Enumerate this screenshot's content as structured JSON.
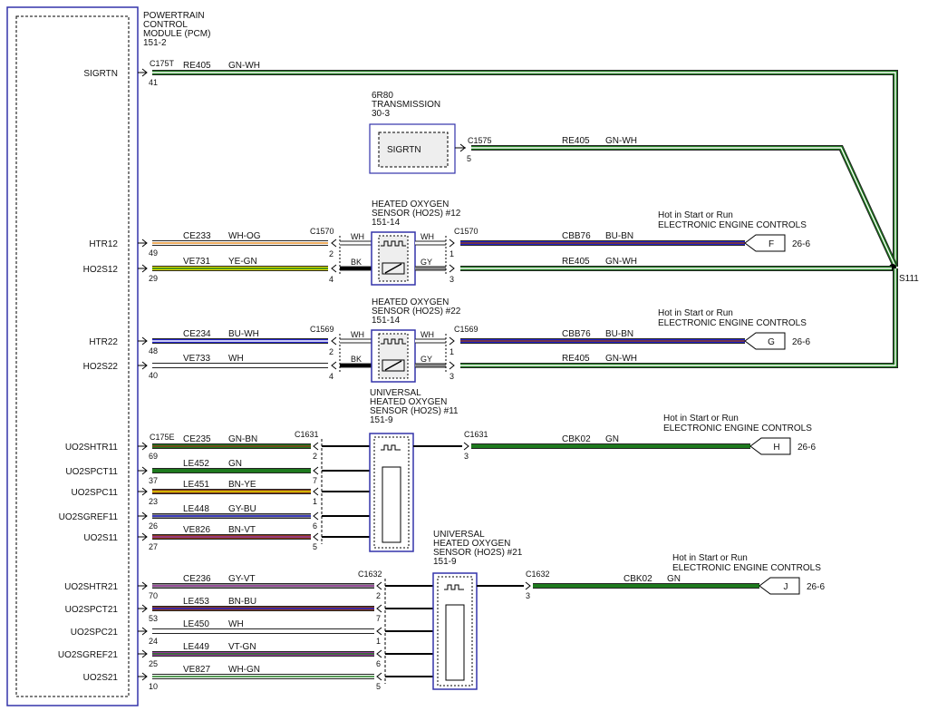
{
  "pcm": {
    "title": [
      "POWERTRAIN",
      "CONTROL",
      "MODULE (PCM)",
      "151-2"
    ],
    "connectors": [
      "C175T",
      "C175E"
    ],
    "pins": [
      {
        "label": "SIGRTN",
        "pin": "41"
      },
      {
        "label": "HTR12",
        "pin": "49"
      },
      {
        "label": "HO2S12",
        "pin": "29"
      },
      {
        "label": "HTR22",
        "pin": "48"
      },
      {
        "label": "HO2S22",
        "pin": "40"
      },
      {
        "label": "UO2SHTR11",
        "pin": "69"
      },
      {
        "label": "UO2SPCT11",
        "pin": "37"
      },
      {
        "label": "UO2SPC11",
        "pin": "23"
      },
      {
        "label": "UO2SGREF11",
        "pin": "26"
      },
      {
        "label": "UO2S11",
        "pin": "27"
      },
      {
        "label": "UO2SHTR21",
        "pin": "70"
      },
      {
        "label": "UO2SPCT21",
        "pin": "53"
      },
      {
        "label": "UO2SPC21",
        "pin": "24"
      },
      {
        "label": "UO2SGREF21",
        "pin": "25"
      },
      {
        "label": "UO2S21",
        "pin": "10"
      }
    ]
  },
  "transmission": {
    "title": [
      "6R80",
      "TRANSMISSION",
      "30-3"
    ],
    "pin_label": "SIGRTN",
    "connector": "C1575",
    "pin": "5"
  },
  "circuits": [
    {
      "circuit": "RE405",
      "color": "GN-WH"
    },
    {
      "circuit": "RE405",
      "color": "GN-WH"
    },
    {
      "circuit": "CE233",
      "color": "WH-OG"
    },
    {
      "circuit": "VE731",
      "color": "YE-GN"
    },
    {
      "circuit": "CBB76",
      "color": "BU-BN"
    },
    {
      "circuit": "RE405",
      "color": "GN-WH"
    },
    {
      "circuit": "CE234",
      "color": "BU-WH"
    },
    {
      "circuit": "VE733",
      "color": "WH"
    },
    {
      "circuit": "CBB76",
      "color": "BU-BN"
    },
    {
      "circuit": "RE405",
      "color": "GN-WH"
    },
    {
      "circuit": "CE235",
      "color": "GN-BN"
    },
    {
      "circuit": "LE452",
      "color": "GN"
    },
    {
      "circuit": "LE451",
      "color": "BN-YE"
    },
    {
      "circuit": "LE448",
      "color": "GY-BU"
    },
    {
      "circuit": "VE826",
      "color": "BN-VT"
    },
    {
      "circuit": "CBK02",
      "color": "GN"
    },
    {
      "circuit": "CE236",
      "color": "GY-VT"
    },
    {
      "circuit": "LE453",
      "color": "BN-BU"
    },
    {
      "circuit": "LE450",
      "color": "WH"
    },
    {
      "circuit": "LE449",
      "color": "VT-GN"
    },
    {
      "circuit": "VE827",
      "color": "WH-GN"
    },
    {
      "circuit": "CBK02",
      "color": "GN"
    }
  ],
  "sensors": [
    {
      "title": [
        "HEATED OXYGEN",
        "SENSOR (HO2S) #12",
        "151-14"
      ],
      "pcm_side_connector": "C1570",
      "pcm_side_pins": [
        "2",
        "4"
      ],
      "sensor_leads_left": [
        "WH",
        "BK"
      ],
      "sensor_leads_right": [
        "WH",
        "GY"
      ],
      "far_connector": "C1570",
      "far_pins": [
        "1",
        "3"
      ]
    },
    {
      "title": [
        "HEATED OXYGEN",
        "SENSOR (HO2S) #22",
        "151-14"
      ],
      "pcm_side_connector": "C1569",
      "pcm_side_pins": [
        "2",
        "4"
      ],
      "sensor_leads_left": [
        "WH",
        "BK"
      ],
      "sensor_leads_right": [
        "WH",
        "GY"
      ],
      "far_connector": "C1569",
      "far_pins": [
        "1",
        "3"
      ]
    },
    {
      "title": [
        "UNIVERSAL",
        "HEATED OXYGEN",
        "SENSOR (HO2S) #11",
        "151-9"
      ],
      "pcm_side_connector": "C1631",
      "pcm_side_pins": [
        "2",
        "7",
        "1",
        "6",
        "5"
      ],
      "far_connector": "C1631",
      "far_pins": [
        "3"
      ]
    },
    {
      "title": [
        "UNIVERSAL",
        "HEATED OXYGEN",
        "SENSOR (HO2S) #21",
        "151-9"
      ],
      "pcm_side_connector": "C1632",
      "pcm_side_pins": [
        "2",
        "7",
        "1",
        "6",
        "5"
      ],
      "far_connector": "C1632",
      "far_pins": [
        "3"
      ]
    }
  ],
  "power_refs": [
    {
      "text": [
        "Hot in Start or Run",
        "ELECTRONIC ENGINE CONTROLS"
      ],
      "letter": "F",
      "page": "26-6"
    },
    {
      "text": [
        "Hot in Start or Run",
        "ELECTRONIC ENGINE CONTROLS"
      ],
      "letter": "G",
      "page": "26-6"
    },
    {
      "text": [
        "Hot in Start or Run",
        "ELECTRONIC ENGINE CONTROLS"
      ],
      "letter": "H",
      "page": "26-6"
    },
    {
      "text": [
        "Hot in Start or Run",
        "ELECTRONIC ENGINE CONTROLS"
      ],
      "letter": "J",
      "page": "26-6"
    }
  ],
  "splice": "S111",
  "colors": {
    "GN": "#1e7a1e",
    "WH": "#ffffff",
    "OG": "#e8902a",
    "YE": "#e8e000",
    "BU": "#2222cc",
    "BN": "#8b3a1a",
    "GY": "#8a8a8a",
    "VT": "#9a3aa0",
    "BK": "#000000",
    "box": "#3333aa",
    "wire_outline": "#222222"
  }
}
